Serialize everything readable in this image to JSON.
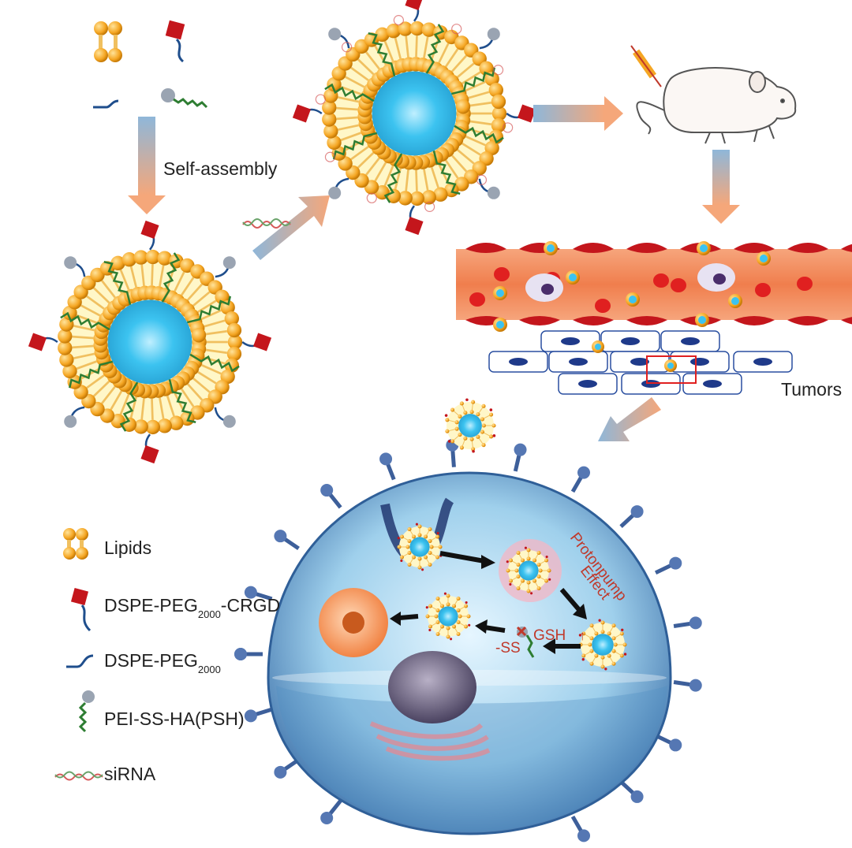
{
  "labels": {
    "self_assembly": "Self-assembly",
    "tumors": "Tumors",
    "proton_pump_line1": "Protonpump",
    "proton_pump_line2": "Effect",
    "gsh": "GSH",
    "ss": "-SS"
  },
  "legend": {
    "lipids": "Lipids",
    "crgd_main": "DSPE-PEG",
    "crgd_sub": "2000",
    "crgd_suffix": "-CRGD",
    "peg_main": "DSPE-PEG",
    "peg_sub": "2000",
    "psh": "PEI-SS-HA(PSH)",
    "sirna": "siRNA"
  },
  "colors": {
    "lipid_orange": "#f5a623",
    "core_blue": "#3cc3f0",
    "crgd_red": "#c4161c",
    "peg_blue": "#1f4e8c",
    "psh_green": "#2e7d32",
    "vessel": "#f08a5d",
    "rbc": "#e02020",
    "cell_blue": "#bfe3f5",
    "text_red": "#c0392b"
  },
  "icons": [
    "lipid-icon",
    "crgd-icon",
    "peg-icon",
    "psh-icon",
    "sirna-icon",
    "mouse-icon",
    "syringe-icon"
  ]
}
